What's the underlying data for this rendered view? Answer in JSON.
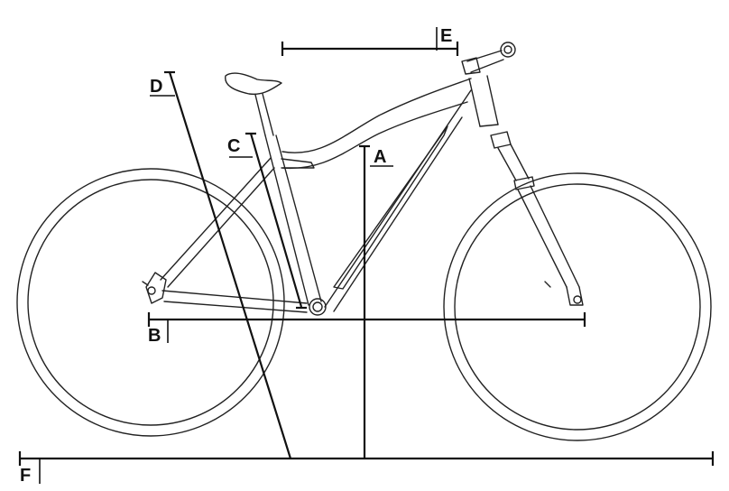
{
  "diagram": {
    "labels": {
      "A": "A",
      "B": "B",
      "C": "C",
      "D": "D",
      "E": "E",
      "F": "F"
    },
    "colors": {
      "line": "#222222",
      "dimension": "#111111",
      "background": "#ffffff"
    }
  }
}
